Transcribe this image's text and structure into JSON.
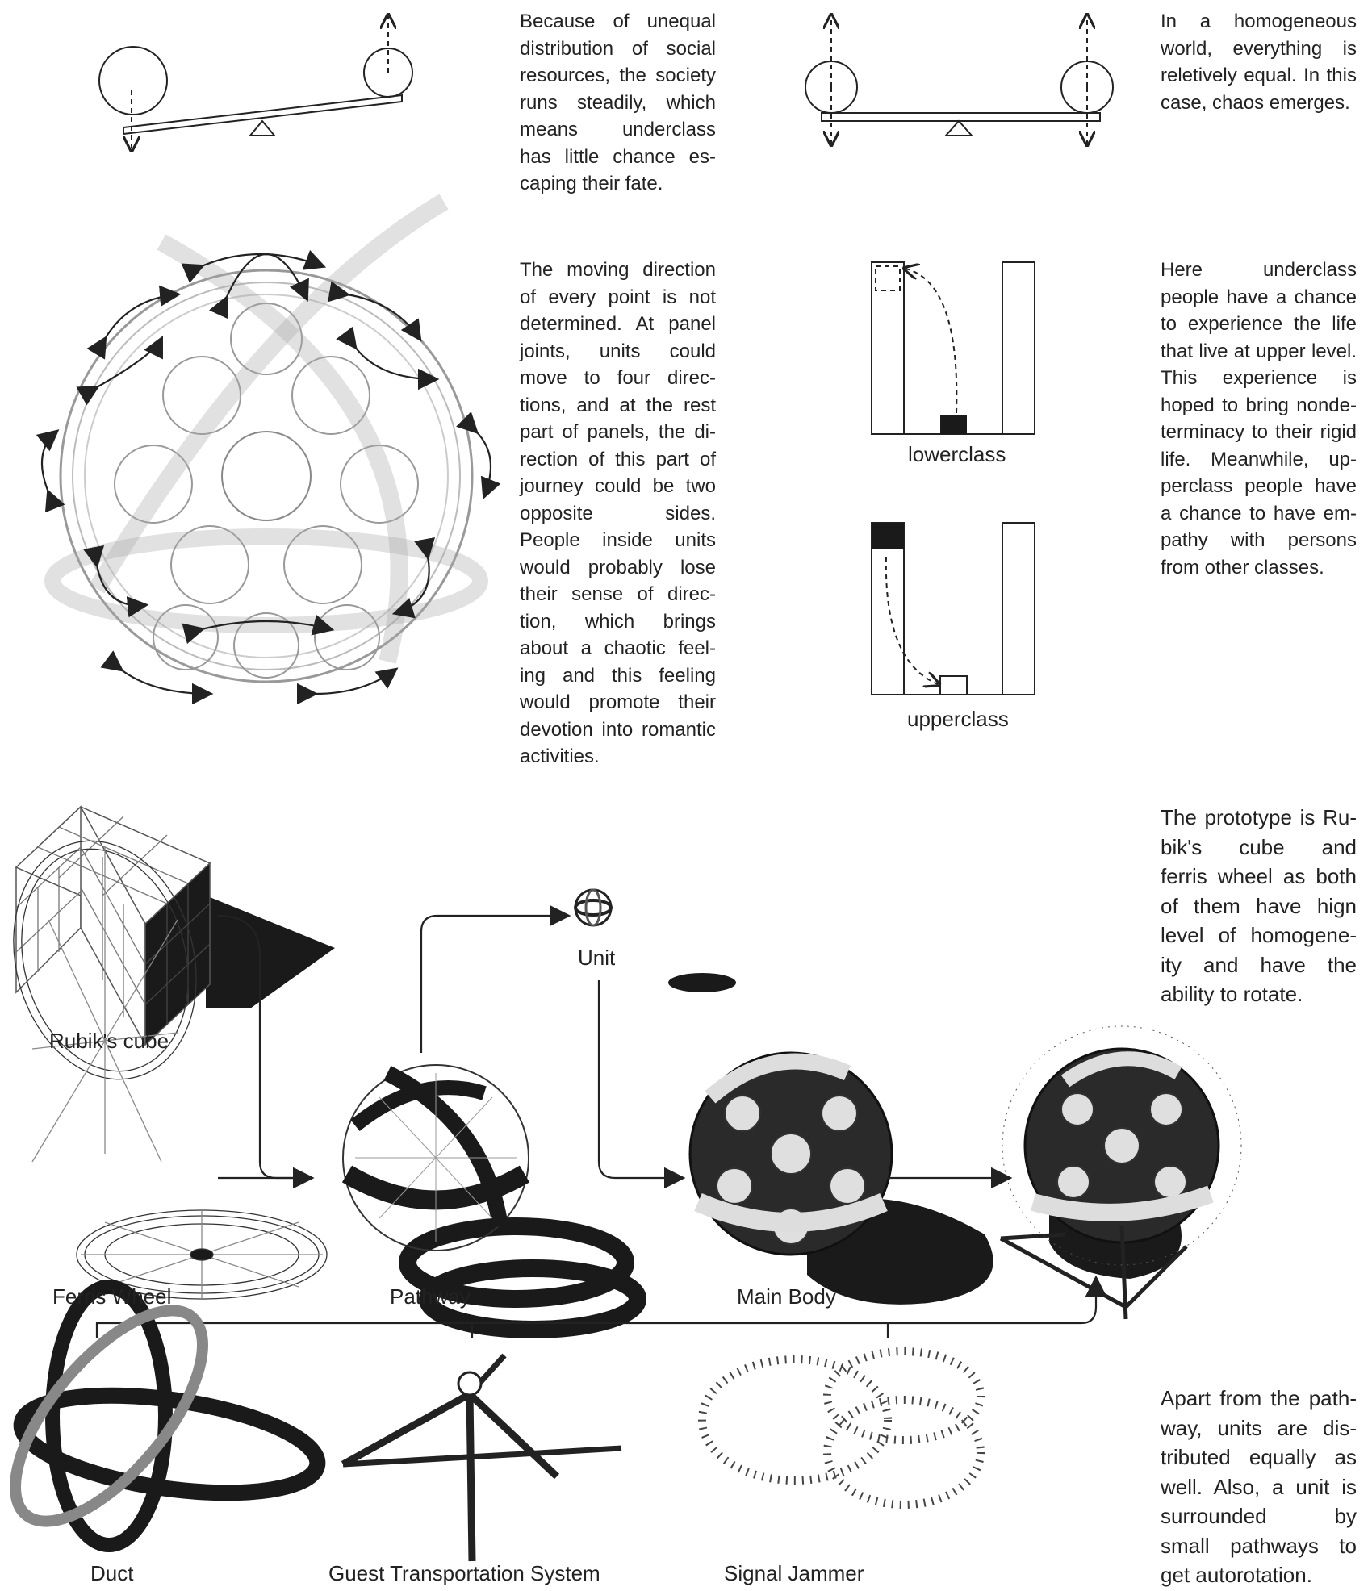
{
  "texts": {
    "seesaw_unequal": [
      "Because of unequal",
      "distribution of social",
      "resources, the society",
      "runs steadily, which",
      "means underclass",
      "has little chance es-",
      "caping their fate."
    ],
    "seesaw_equal": [
      "In a homogeneous",
      "world, everything is",
      "reletively equal. In this",
      "case, chaos emerges."
    ],
    "moving_direction": [
      "The moving direction",
      "of every point is not",
      "determined. At panel",
      "joints, units could",
      "move to four direc-",
      "tions, and at the rest",
      "part of panels, the di-",
      "rection of this part of",
      "journey could be two",
      "opposite sides.",
      "People inside units",
      "would probably lose",
      "their sense of direc-",
      "tion, which brings",
      "about a chaotic feel-",
      "ing and this feeling",
      "would promote their",
      "devotion into romantic",
      "activities."
    ],
    "underclass_chance": [
      "Here underclass",
      "people have a chance",
      "to experience the life",
      "that live at upper level.",
      "This experience is",
      "hoped to bring nonde-",
      "terminacy to their rigid",
      "life. Meanwhile, up-",
      "perclass people have",
      "a chance to have em-",
      "pathy with persons",
      "from other classes."
    ],
    "prototype": [
      "The prototype is Ru-",
      "bik's cube and",
      "ferris wheel as both",
      "of them have hign",
      "level of homogene-",
      "ity and have the",
      "ability to rotate."
    ],
    "apart": [
      "Apart from the path-",
      "way, units are dis-",
      "tributed equally as",
      "well. Also, a unit is",
      "surrounded by",
      "small pathways to",
      "get autorotation."
    ]
  },
  "labels": {
    "lowerclass": "lowerclass",
    "upperclass": "upperclass",
    "rubiks_cube": "Rubik's cube",
    "unit": "Unit",
    "ferris_wheel": "Ferris Wheel",
    "pathway": "Pathway",
    "main_body": "Main Body",
    "duct": "Duct",
    "guest_transport": "Guest Transportation System",
    "signal_jammer": "Signal Jammer"
  }
}
